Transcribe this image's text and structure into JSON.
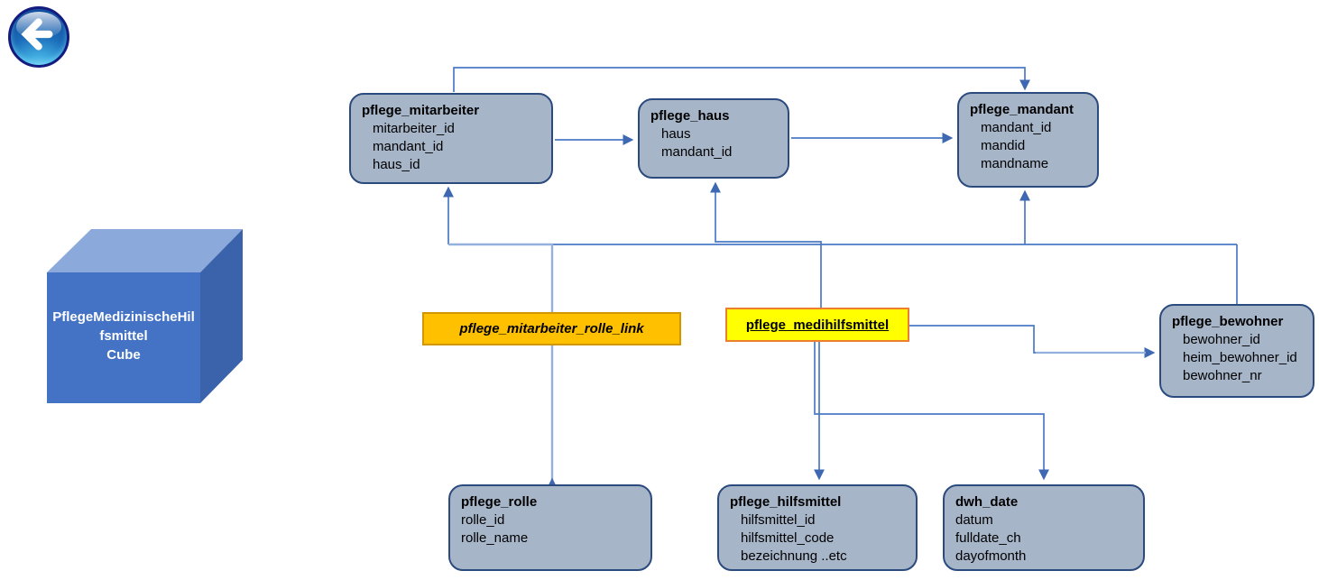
{
  "back_button": {
    "icon": "back-arrow-icon"
  },
  "cube": {
    "label_line1": "PflegeMedizinischeHil",
    "label_line2": "fsmittel",
    "label_line3": "Cube"
  },
  "tables": [
    {
      "title": "pflege_mitarbeiter",
      "fields": [
        "mitarbeiter_id",
        "mandant_id",
        "haus_id"
      ]
    },
    {
      "title": "pflege_haus",
      "fields": [
        "haus",
        "mandant_id"
      ]
    },
    {
      "title": "pflege_mandant",
      "fields": [
        "mandant_id",
        "mandid",
        "mandname"
      ]
    },
    {
      "title": "pflege_bewohner",
      "fields": [
        "bewohner_id",
        "heim_bewohner_id",
        "bewohner_nr"
      ]
    },
    {
      "title": "pflege_rolle",
      "fields": [
        "rolle_id",
        "rolle_name"
      ]
    },
    {
      "title": "pflege_hilfsmittel",
      "fields": [
        "hilfsmittel_id",
        "hilfsmittel_code",
        "bezeichnung ..etc"
      ]
    },
    {
      "title": "dwh_date",
      "fields": [
        "datum",
        "fulldate_ch",
        "dayofmonth"
      ]
    }
  ],
  "links": [
    {
      "label": "pflege_mitarbeiter_rolle_link",
      "style": "orange"
    },
    {
      "label": "pflege_medihilfsmittel",
      "style": "yellow"
    }
  ],
  "colors": {
    "table_fill": "#A7B5C9",
    "table_border": "#2B4A7D",
    "connector": "#4A79C5",
    "connector_light": "#94B0DE",
    "arrowhead": "#3E68B2",
    "link_orange_fill": "#FFC000",
    "link_orange_border": "#D29600",
    "link_yellow_fill": "#FFFF00",
    "link_yellow_border": "#ED7D31",
    "cube_front": "#4472C4",
    "cube_top": "#8CA9DB",
    "cube_side": "#3A63AC",
    "back_button_ring": "#131C7E"
  }
}
